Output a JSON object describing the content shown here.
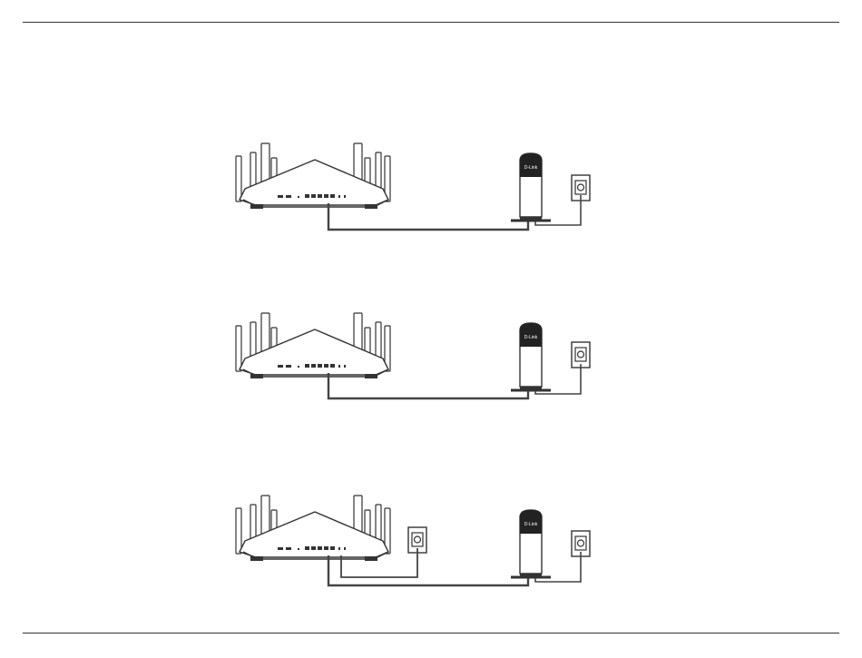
{
  "diagram": {
    "brand_label": "D-Link",
    "colors": {
      "line": "#333333",
      "cable": "#444444",
      "modem_cap": "#222222",
      "fill": "#ffffff"
    },
    "icons": [
      "router-icon",
      "modem-icon",
      "wall-jack-icon"
    ],
    "rows": [
      {
        "id": "row-1",
        "label": "",
        "has_router_wall_jack": false
      },
      {
        "id": "row-2",
        "label": "",
        "has_router_wall_jack": false
      },
      {
        "id": "row-3",
        "label": "",
        "has_router_wall_jack": true
      }
    ]
  }
}
